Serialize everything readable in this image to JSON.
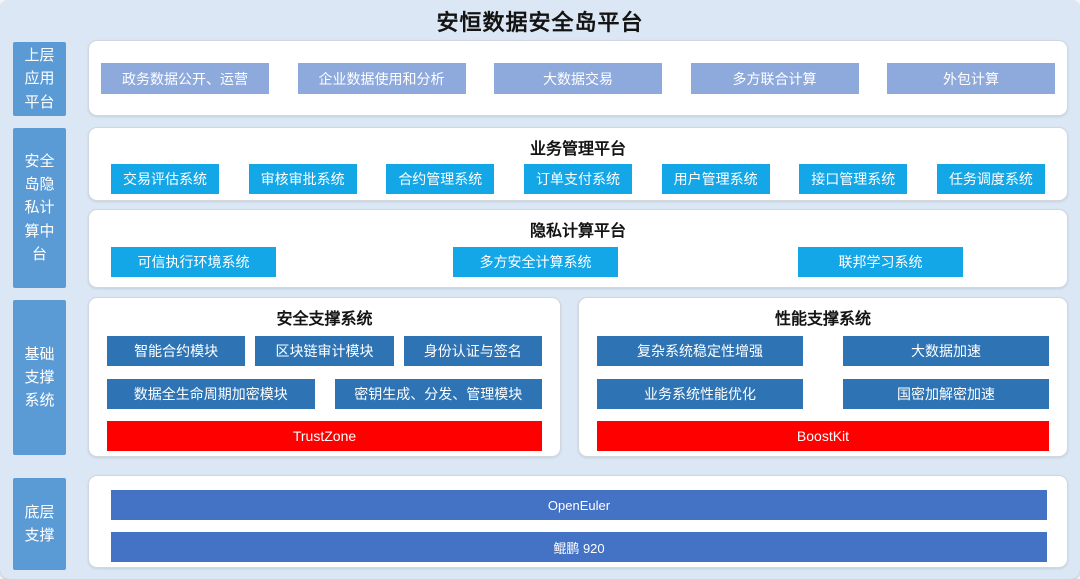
{
  "title": "安恒数据安全岛平台",
  "side_labels": {
    "app": "上层应用平台",
    "middle": "安全岛隐私计算中台",
    "foundation": "基础支撑系统",
    "bottom": "底层支撑"
  },
  "app_platform": {
    "items": [
      "政务数据公开、运营",
      "企业数据使用和分析",
      "大数据交易",
      "多方联合计算",
      "外包计算"
    ]
  },
  "business_platform": {
    "title": "业务管理平台",
    "items": [
      "交易评估系统",
      "审核审批系统",
      "合约管理系统",
      "订单支付系统",
      "用户管理系统",
      "接口管理系统",
      "任务调度系统"
    ]
  },
  "privacy_platform": {
    "title": "隐私计算平台",
    "items": [
      "可信执行环境系统",
      "多方安全计算系统",
      "联邦学习系统"
    ]
  },
  "security_support": {
    "title": "安全支撑系统",
    "row1": [
      "智能合约模块",
      "区块链审计模块",
      "身份认证与签名"
    ],
    "row2": [
      "数据全生命周期加密模块",
      "密钥生成、分发、管理模块"
    ],
    "highlight": "TrustZone"
  },
  "performance_support": {
    "title": "性能支撑系统",
    "row1": [
      "复杂系统稳定性增强",
      "大数据加速"
    ],
    "row2": [
      "业务系统性能优化",
      "国密加解密加速"
    ],
    "highlight": "BoostKit"
  },
  "bottom_layer": {
    "bars": [
      "OpenEuler",
      "鲲鹏 920"
    ]
  },
  "colors": {
    "background": "#dbe7f4",
    "side_label_blue": "#5b9bd5",
    "app_chip_periwinkle": "#8ea9dc",
    "system_chip_cyan": "#14a7e8",
    "module_chip_blue": "#2e74b5",
    "highlight_red": "#fe0000",
    "base_bar_royal": "#4472c4"
  }
}
